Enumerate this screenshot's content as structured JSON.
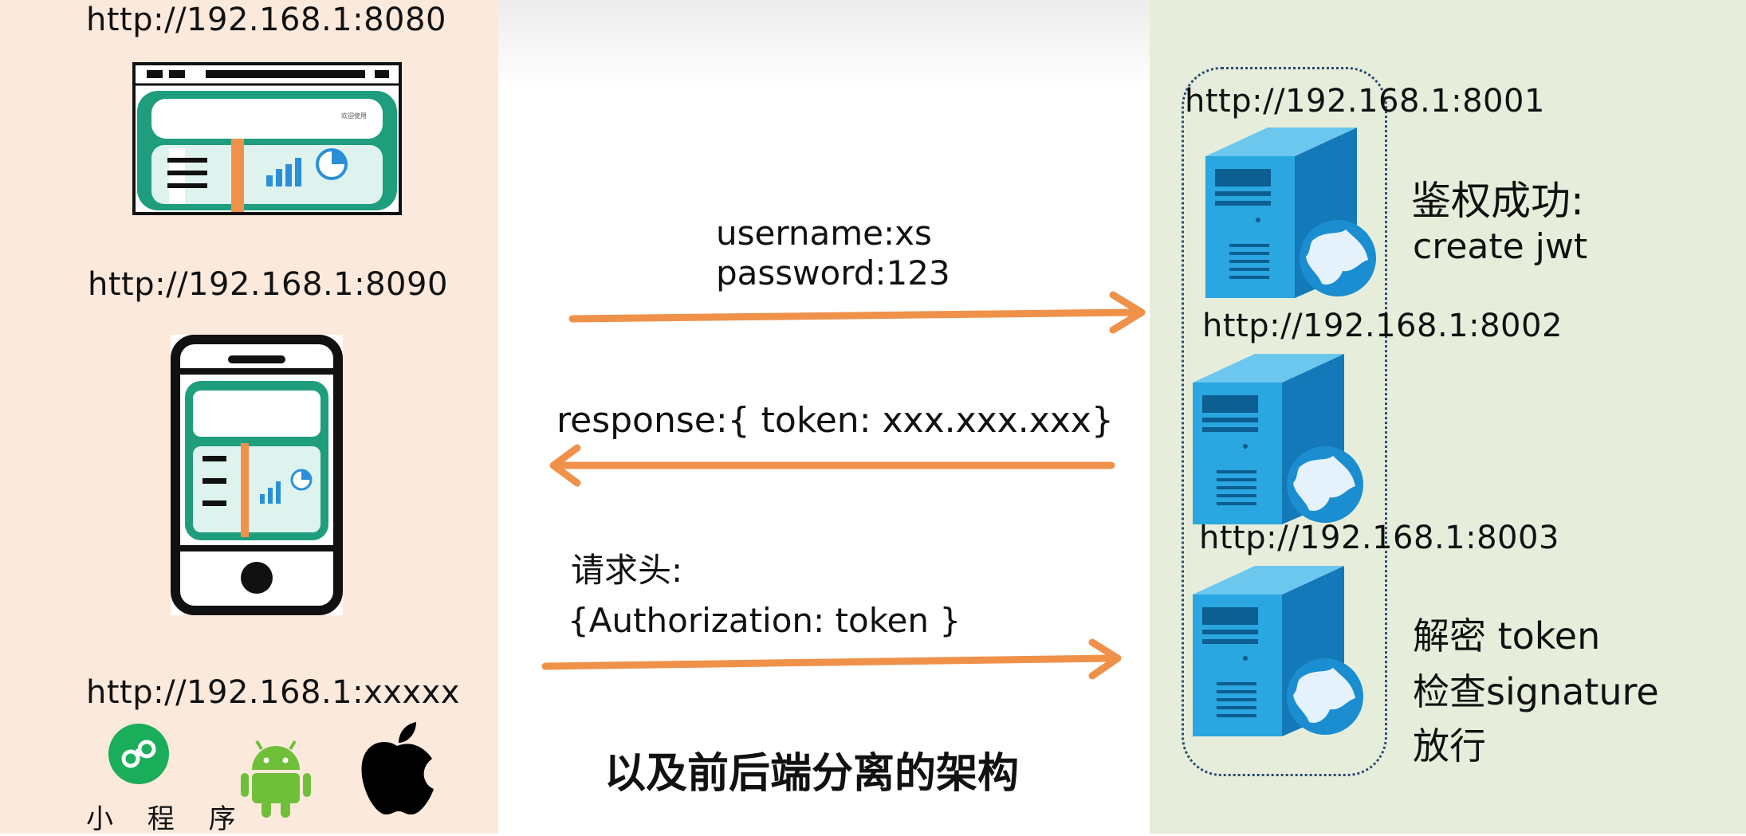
{
  "clients": {
    "web_url": "http://192.168.1:8080",
    "mobile_url": "http://192.168.1:8090",
    "other_url": "http://192.168.1:xxxxx",
    "miniprogram_label": "小 程 序",
    "screen_caption": "欢迎使用"
  },
  "flow": {
    "login_username": "username:xs",
    "login_password": "password:123",
    "response": "response:{ token: xxx.xxx.xxx}",
    "request_header_title": "请求头:",
    "request_header_body": "{Authorization: token }",
    "caption": "以及前后端分离的架构"
  },
  "servers": {
    "server1_url": "http://192.168.1:8001",
    "server2_url": "http://192.168.1:8002",
    "server3_url": "http://192.168.1:8003",
    "auth_title": "鉴权成功:",
    "auth_action": "create jwt",
    "verify_line1": "解密 token",
    "verify_line2": "检查signature",
    "verify_line3": "放行"
  },
  "colors": {
    "left_bg": "#fbe9dc",
    "right_bg": "#e6eedb",
    "arrow": "#f0914a",
    "teal": "#1f9e7e",
    "server_blue": "#2aa6e0"
  }
}
